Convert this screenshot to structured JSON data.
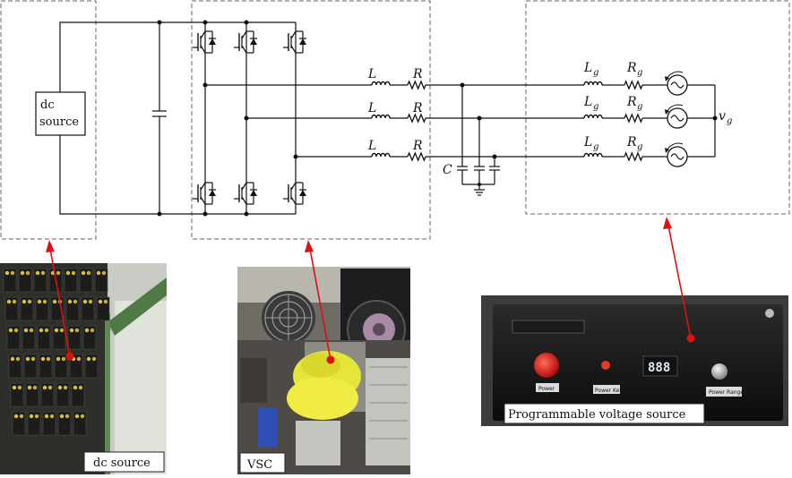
{
  "labels": {
    "dc_source_box_line1": "dc",
    "dc_source_box_line2": "source",
    "L": "L",
    "R": "R",
    "Lg_main": "L",
    "Lg_sub": "g",
    "Rg_main": "R",
    "Rg_sub": "g",
    "C": "C",
    "vg_main": "v",
    "vg_sub": "g"
  },
  "photos": {
    "dc_source_caption": "dc source",
    "vsc_caption": "VSC",
    "pvs_caption": "Programmable voltage source",
    "pvs_display": "888",
    "pvs_btn_power": "Power",
    "pvs_btn_powerkey": "Power Key",
    "pvs_btn_range": "Power Range"
  },
  "colors": {
    "arrow": "#e01010",
    "dashed_box": "#666666"
  }
}
